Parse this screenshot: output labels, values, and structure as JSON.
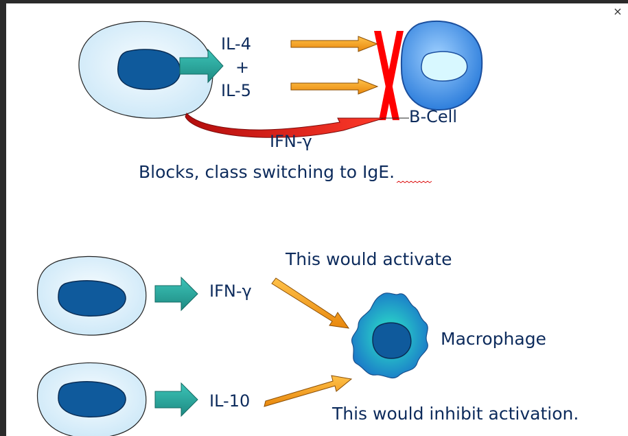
{
  "window": {
    "close_glyph": "×"
  },
  "top_diagram": {
    "il4": "IL-4",
    "plus": "+",
    "il5": "IL-5",
    "bcell": "B-Cell",
    "ifng": "IFN-γ",
    "caption_prefix": "Blocks, class switching to ",
    "caption_ige": "IgE",
    "caption_suffix": "."
  },
  "bottom_diagram": {
    "ifng": "IFN-γ",
    "il10": "IL-10",
    "activate": "This would activate",
    "macrophage": "Macrophage",
    "inhibit": "This would inhibit activation."
  },
  "colors": {
    "cell_fill": "#e6f4fc",
    "nucleus": "#0f5a9c",
    "teal_arrow": "#2aa39a",
    "orange_arrow": "#f5a01f",
    "red_arrow": "#d91f1f",
    "block_x": "#ff0000",
    "bcell_blue": "#3d8fe6",
    "text": "#0d2b5c"
  }
}
